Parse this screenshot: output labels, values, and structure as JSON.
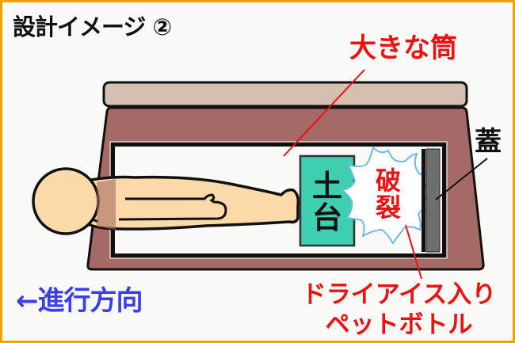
{
  "title": "設計イメージ ②",
  "labels": {
    "tube": "大きな筒",
    "lid": "蓋",
    "base_line1": "土",
    "base_line2": "台",
    "burst_line1": "破",
    "burst_line2": "裂",
    "direction": "←進行方向",
    "bottle_line1": "ドライアイス入り",
    "bottle_line2": "ペットボトル"
  },
  "colors": {
    "frame_border": "#f5a000",
    "background": "#f9f9f7",
    "lid_top": "#d4bfb0",
    "body": "#a66a66",
    "base": "#3fcfb0",
    "lid_plate": "#6e6e6e",
    "skin": "#fcd9a8",
    "burst_outline": "#6fb8ea",
    "callout_red": "#ee1111",
    "direction_blue": "#3a3fe8"
  },
  "parts": [
    {
      "name": "large-tube",
      "label_key": "tube"
    },
    {
      "name": "base-block",
      "label_key": "base"
    },
    {
      "name": "burst",
      "label_key": "burst"
    },
    {
      "name": "lid-plate",
      "label_key": "lid"
    },
    {
      "name": "dry-ice-bottle",
      "label_key": "bottle"
    },
    {
      "name": "person",
      "label_key": null
    }
  ]
}
